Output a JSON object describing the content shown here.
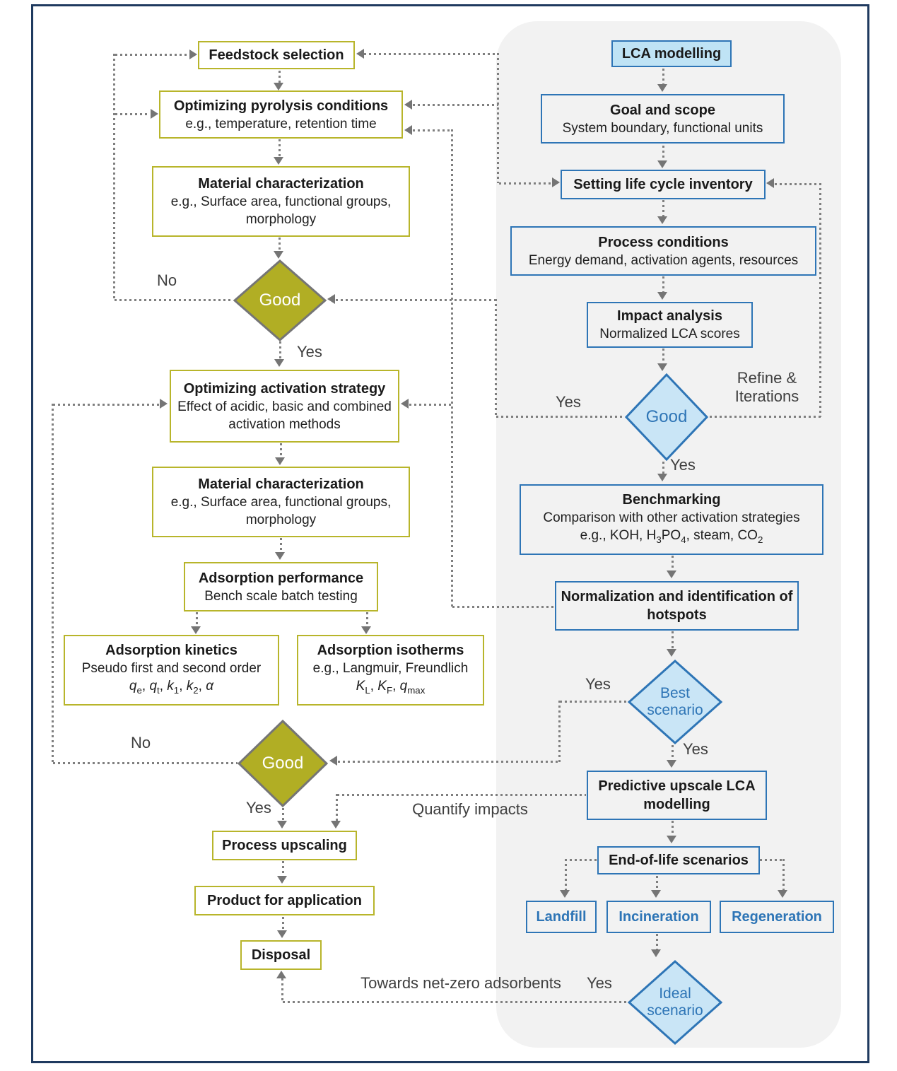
{
  "left_column": {
    "feedstock": {
      "title": "Feedstock selection"
    },
    "pyrolysis": {
      "title": "Optimizing pyrolysis conditions",
      "subtitle": "e.g., temperature, retention time"
    },
    "material_char_1": {
      "title": "Material characterization",
      "subtitle": "e.g., Surface area, functional groups, morphology"
    },
    "good_1": {
      "label": "Good"
    },
    "activation": {
      "title": "Optimizing activation strategy",
      "subtitle": "Effect of acidic, basic and combined activation methods"
    },
    "material_char_2": {
      "title": "Material characterization",
      "subtitle": "e.g., Surface area, functional groups, morphology"
    },
    "adsorption_performance": {
      "title": "Adsorption performance",
      "subtitle": "Bench scale batch testing"
    },
    "adsorption_kinetics": {
      "title": "Adsorption kinetics",
      "subtitle": "Pseudo first and second order",
      "formula": "~{q}_{e}, ~{q}_{t}, ~{k}_{1}, ~{k}_{2}, ~{α}"
    },
    "adsorption_isotherms": {
      "title": "Adsorption isotherms",
      "subtitle": "e.g., Langmuir, Freundlich",
      "formula": "~{K}_{L}, ~{K}_{F}, ~{q}_{max}"
    },
    "good_2": {
      "label": "Good"
    },
    "process_upscaling": {
      "title": "Process upscaling"
    },
    "product_application": {
      "title": "Product for application"
    },
    "disposal": {
      "title": "Disposal"
    }
  },
  "right_column": {
    "lca_modelling": {
      "title": "LCA modelling"
    },
    "goal_scope": {
      "title": "Goal and scope",
      "subtitle": "System boundary, functional units"
    },
    "lci": {
      "title": "Setting life cycle inventory"
    },
    "process_conditions": {
      "title": "Process conditions",
      "subtitle": "Energy demand, activation agents, resources"
    },
    "impact_analysis": {
      "title": "Impact analysis",
      "subtitle": "Normalized LCA scores"
    },
    "good_lca": {
      "label": "Good"
    },
    "benchmarking": {
      "title": "Benchmarking",
      "subtitle": "Comparison with other activation strategies",
      "formula": "e.g., KOH, H_{3}PO_{4}, steam, CO_{2}"
    },
    "normalization": {
      "title": "Normalization and identification of hotspots"
    },
    "best_scenario": {
      "label": "Best scenario"
    },
    "predictive": {
      "title": "Predictive upscale LCA modelling"
    },
    "end_of_life": {
      "title": "End-of-life scenarios"
    },
    "landfill": {
      "title": "Landfill"
    },
    "incineration": {
      "title": "Incineration"
    },
    "regeneration": {
      "title": "Regeneration"
    },
    "ideal_scenario": {
      "label": "Ideal scenario"
    }
  },
  "labels": {
    "no_good1": "No",
    "yes_good1": "Yes",
    "no_good2": "No",
    "yes_good2": "Yes",
    "yes_lca_left": "Yes",
    "refine_iterations": "Refine & Iterations",
    "yes_lca_down": "Yes",
    "yes_best_left": "Yes",
    "yes_best_down": "Yes",
    "quantify_impacts": "Quantify impacts",
    "yes_ideal": "Yes",
    "towards_net_zero": "Towards net-zero adsorbents"
  },
  "colors": {
    "frame_navy": "#1f3a5f",
    "panel_gray": "#f2f2f2",
    "olive_border": "#b8b52b",
    "olive_fill": "#b1ae24",
    "diamond_gray_stroke": "#757575",
    "blue_border": "#2e75b6",
    "blue_fill_light": "#c9e5f6",
    "lca_box_fill": "#bfe3f5",
    "blue_text": "#2e75b6",
    "dot_gray": "#7f7f7f",
    "label_gray": "#3f3f3f",
    "text_black": "#1a1a1a"
  }
}
